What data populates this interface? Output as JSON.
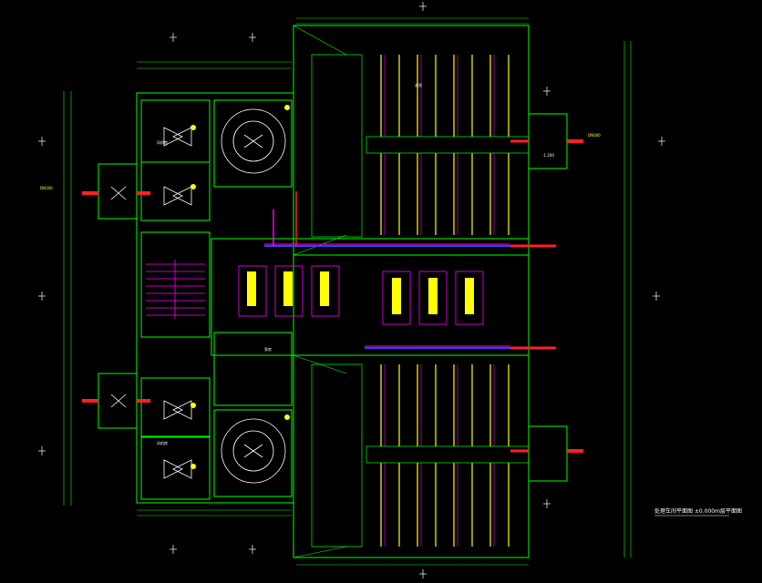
{
  "drawing": {
    "title": "处理车间平面图 ±0.000m层平面图",
    "colors": {
      "background": "#000000",
      "walls": "#00ff00",
      "pipes_red": "#ff2020",
      "pipes_magenta": "#ff00ff",
      "pipes_blue": "#3040ff",
      "equipment_yellow": "#ffff00",
      "text": "#ffffff",
      "dimension": "#00ff00"
    },
    "labels": {
      "room_top_left": "风机房",
      "room_bottom_left": "风机房",
      "tank_label": "滤池",
      "pump_room": "泵房",
      "pipe_in": "DN300",
      "pipe_out": "DN300",
      "elev": "-1.200"
    }
  }
}
